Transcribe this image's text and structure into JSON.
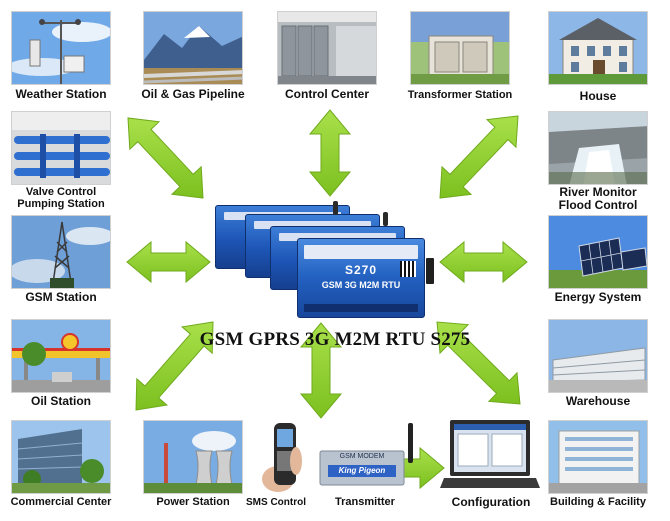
{
  "title": "GSM GPRS 3G M2M RTU   S275",
  "device": {
    "model": "S270",
    "subtitle": "GSM 3G M2M RTU"
  },
  "nodes": {
    "weather": "Weather Station",
    "pipeline": "Oil & Gas Pipeline",
    "control": "Control Center",
    "transformer": "Transformer Station",
    "house": "House",
    "valve": "Valve Control\nPumping Station",
    "river": "River Monitor\nFlood Control",
    "gsm": "GSM Station",
    "energy": "Energy System",
    "oil": "Oil Station",
    "warehouse": "Warehouse",
    "commercial": "Commercial Center",
    "power": "Power Station",
    "sms": "SMS Control",
    "transmitter": "Transmitter",
    "configuration": "Configuration",
    "building": "Building & Facility"
  },
  "transmitter_labels": {
    "top": "GSM MODEM",
    "brand": "King Pigeon"
  },
  "colors": {
    "arrow": "#8fcf2f",
    "arrow_edge": "#6faa1c",
    "device_blue": "#1d55b5"
  }
}
